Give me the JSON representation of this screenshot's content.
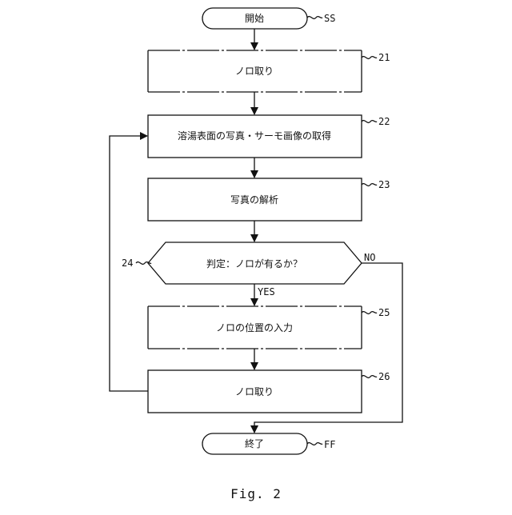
{
  "flowchart": {
    "start": {
      "text": "開始",
      "ref": "SS"
    },
    "step21": {
      "text": "ノロ取り",
      "ref": "21"
    },
    "step22": {
      "text": "溶湯表面の写真・サーモ画像の取得",
      "ref": "22"
    },
    "step23": {
      "text": "写真の解析",
      "ref": "23"
    },
    "decision24": {
      "text": "判定：ノロが有るか？",
      "ref": "24",
      "yes_label": "YES",
      "no_label": "NO"
    },
    "step25": {
      "text": "ノロの位置の入力",
      "ref": "25"
    },
    "step26": {
      "text": "ノロ取り",
      "ref": "26"
    },
    "end": {
      "text": "終了",
      "ref": "FF"
    }
  },
  "caption": "Fig. 2"
}
